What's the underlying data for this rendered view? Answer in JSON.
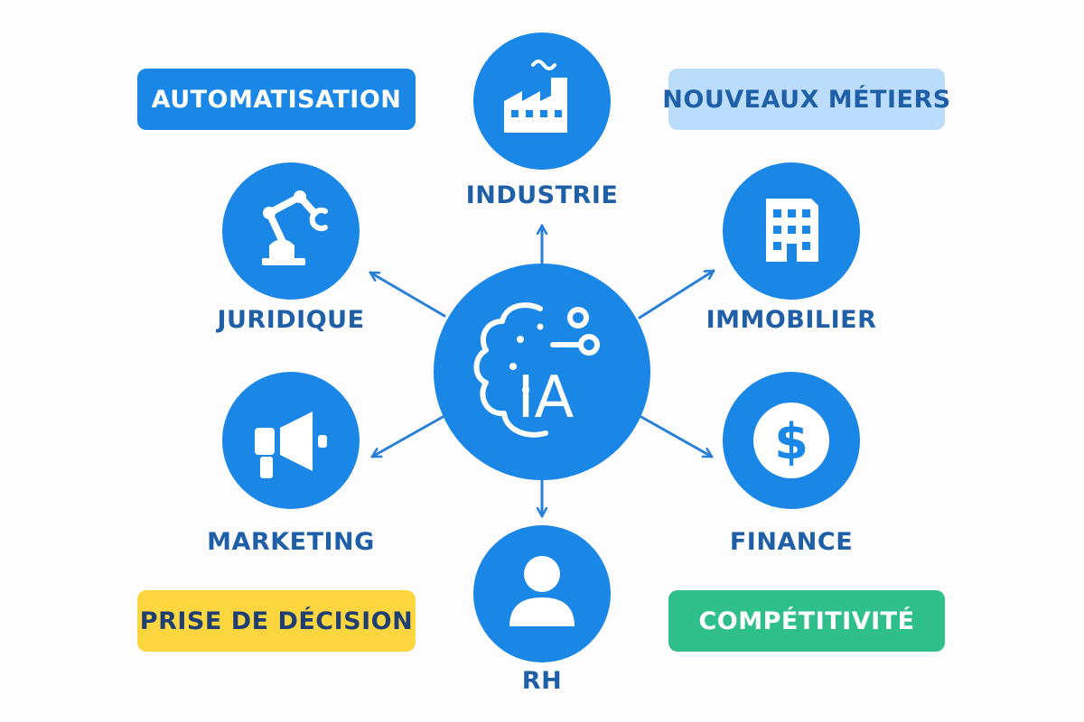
{
  "colors": {
    "primary": "#1a86e6",
    "label_text": "#1f5fa8",
    "arrow": "#2a7fd6"
  },
  "center": {
    "label": "IA",
    "icon": "brain-circuit-icon"
  },
  "sectors": [
    {
      "key": "industrie",
      "label": "INDUSTRIE",
      "icon": "factory-icon"
    },
    {
      "key": "juridique",
      "label": "JURIDIQUE",
      "icon": "robot-arm-icon"
    },
    {
      "key": "immobilier",
      "label": "IMMOBILIER",
      "icon": "building-icon"
    },
    {
      "key": "marketing",
      "label": "MARKETING",
      "icon": "megaphone-icon"
    },
    {
      "key": "finance",
      "label": "FINANCE",
      "icon": "dollar-coin-icon"
    },
    {
      "key": "rh",
      "label": "RH",
      "icon": "person-icon"
    }
  ],
  "tags": [
    {
      "key": "automatisation",
      "label": "AUTOMATISATION",
      "bg": "#1a86e6",
      "fg": "#ffffff"
    },
    {
      "key": "nouveaux-metiers",
      "label": "NOUVEAUX MÉTIERS",
      "bg": "#bcdcfb",
      "fg": "#1f5fa8"
    },
    {
      "key": "prise-de-decision",
      "label": "PRISE DE DÉCISION",
      "bg": "#fbd63e",
      "fg": "#1f3f73"
    },
    {
      "key": "competitivite",
      "label": "COMPÉTITIVITÉ",
      "bg": "#2fbf8a",
      "fg": "#ffffff"
    }
  ]
}
